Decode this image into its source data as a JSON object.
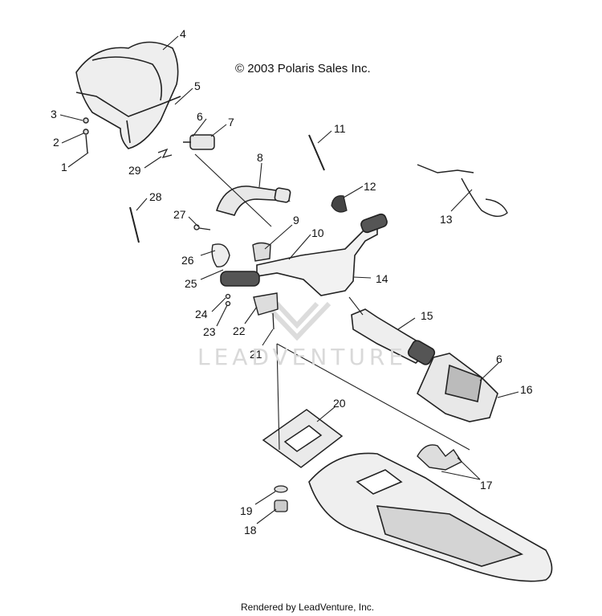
{
  "copyright": "© 2003 Polaris Sales Inc.",
  "footer": "Rendered by LeadVenture, Inc.",
  "watermark": {
    "text": "LEADVENTURE"
  },
  "callouts": [
    "4",
    "5",
    "3",
    "6",
    "7",
    "2",
    "1",
    "29",
    "11",
    "8",
    "12",
    "28",
    "27",
    "9",
    "13",
    "10",
    "26",
    "25",
    "14",
    "24",
    "23",
    "22",
    "15",
    "21",
    "6",
    "16",
    "20",
    "17",
    "19",
    "18"
  ]
}
